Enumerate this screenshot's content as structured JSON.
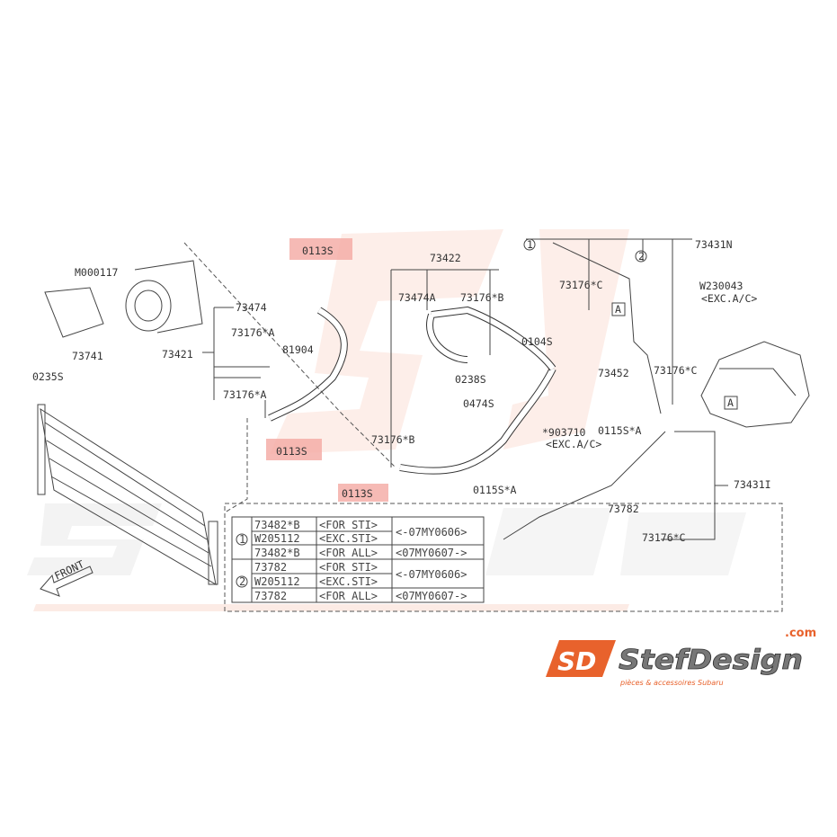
{
  "labels": {
    "l0113s_a": "0113S",
    "l0113s_b": "0113S",
    "l0113s_c": "0113S",
    "m000117": "M000117",
    "p73741": "73741",
    "p0235s": "0235S",
    "p73474": "73474",
    "p73176a_1": "73176*A",
    "p81904": "81904",
    "p73421": "73421",
    "p73176a_2": "73176*A",
    "p73422": "73422",
    "p73474a": "73474A",
    "p73176b_1": "73176*B",
    "p0104s": "0104S",
    "p0238s": "0238S",
    "p73452": "73452",
    "p0474s": "0474S",
    "p903710": "*903710",
    "exc_ac_1": "<EXC.A/C>",
    "p73176b_2": "73176*B",
    "p0115sa_1": "0115S*A",
    "p0115sa_2": "0115S*A",
    "p73431n": "73431N",
    "w230043": "W230043",
    "exc_ac_2": "<EXC.A/C>",
    "p73176c_1": "73176*C",
    "p73176c_2": "73176*C",
    "p73431i": "73431I",
    "p73782": "73782",
    "p73176c_3": "73176*C",
    "ref_a_1": "A",
    "ref_a_2": "A",
    "circle_1": "1",
    "circle_2": "2",
    "front": "FRONT"
  },
  "table": {
    "groups": [
      {
        "mark": "1",
        "rows": [
          {
            "part": "73482*B",
            "cond": "<FOR STI>",
            "period": "<-07MY0606>"
          },
          {
            "part": "W205112",
            "cond": "<EXC.STI>",
            "period": ""
          },
          {
            "part": "73482*B",
            "cond": "<FOR ALL>",
            "period": "<07MY0607->"
          }
        ]
      },
      {
        "mark": "2",
        "rows": [
          {
            "part": "73782",
            "cond": "<FOR STI>",
            "period": "<-07MY0606>"
          },
          {
            "part": "W205112",
            "cond": "<EXC.STI>",
            "period": ""
          },
          {
            "part": "73782",
            "cond": "<FOR ALL>",
            "period": "<07MY0607->"
          }
        ]
      }
    ]
  },
  "watermark": {
    "brand": "StefDesign",
    "tld": ".com",
    "tagline": "pièces & accessoires Subaru"
  },
  "logo": {
    "mark": "SD",
    "brand": "StefDesign",
    "tld": ".com",
    "tagline": "pièces & accessoires Subaru"
  },
  "colors": {
    "accent": "#e8622c",
    "highlight": "#f4a9a2"
  }
}
